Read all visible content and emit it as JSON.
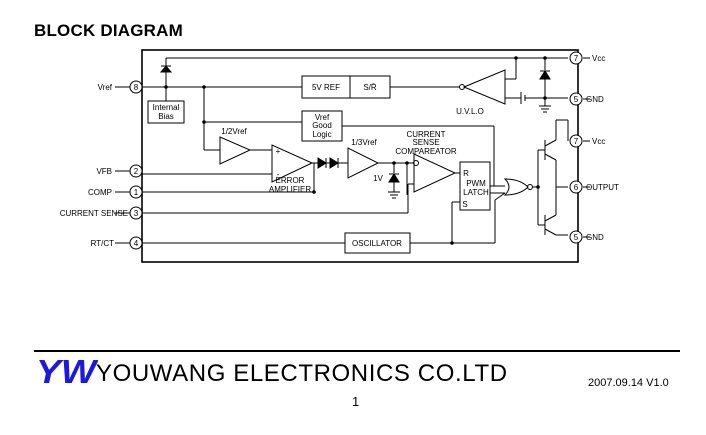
{
  "heading": "BLOCK DIAGRAM",
  "pins": {
    "vcc_top": {
      "number": "7",
      "label": "Vcc"
    },
    "gnd_top": {
      "number": "5",
      "label": "GND"
    },
    "vref": {
      "number": "8",
      "label": "Vref"
    },
    "vfb": {
      "number": "2",
      "label": "VFB"
    },
    "comp": {
      "number": "1",
      "label": "COMP"
    },
    "current_sense": {
      "number": "3",
      "label": "CURRENT SENSE"
    },
    "rt_ct": {
      "number": "4",
      "label": "RT/CT"
    },
    "vcc_out": {
      "number": "7",
      "label": "Vcc"
    },
    "output": {
      "number": "6",
      "label": "OUTPUT"
    },
    "gnd_out": {
      "number": "5",
      "label": "GND"
    }
  },
  "blocks": {
    "ref_5v": "5V REF",
    "sr": "S/R̄",
    "uvlo": "U.V.L.O",
    "internal_bias": [
      "Internal",
      "Bias"
    ],
    "vref_good": [
      "Vref",
      "Good",
      "Logic"
    ],
    "half_vref": "1/2Vref",
    "third_vref": "1/3Vref",
    "error_amp": [
      "ERROR",
      "AMPLIFIER"
    ],
    "cs_comp": [
      "CURRENT",
      "SENSE",
      "COMPAREATOR"
    ],
    "one_v": "1V",
    "latch_r": "R",
    "latch": [
      "PWM",
      "LATCH"
    ],
    "latch_s": "S",
    "oscillator": "OSCILLATOR",
    "plus": "+",
    "minus": "-"
  },
  "footer": {
    "logo_letters": "YW",
    "company": "YOUWANG ELECTRONICS CO.LTD",
    "date_version": "2007.09.14 V1.0",
    "page": "1"
  },
  "colors": {
    "ink": "#000000",
    "logo": "#1a1adc",
    "background": "#ffffff"
  }
}
